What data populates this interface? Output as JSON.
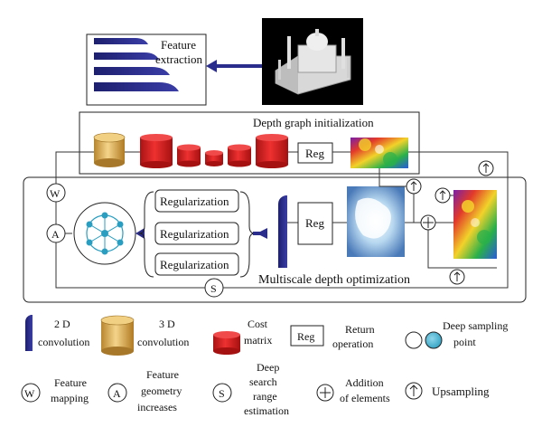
{
  "top": {
    "feature_extraction_line1": "Feature",
    "feature_extraction_line2": "extraction"
  },
  "init": {
    "title": "Depth graph initialization",
    "reg": "Reg"
  },
  "opt": {
    "title": "Multiscale depth optimization",
    "reg": "Reg",
    "regularization": [
      "Regularization",
      "Regularization",
      "Regularization"
    ],
    "w": "W",
    "a": "A",
    "s": "S"
  },
  "legend": {
    "conv2d_line1": "2 D",
    "conv2d_line2": "convolution",
    "conv3d_line1": "3 D",
    "conv3d_line2": "convolution",
    "cost_line1": "Cost",
    "cost_line2": "matrix",
    "reg_box": "Reg",
    "return_line1": "Return",
    "return_line2": "operation",
    "sampling_line1": "Deep sampling",
    "sampling_line2": "point",
    "w_symbol": "W",
    "w_line1": "Feature",
    "w_line2": "mapping",
    "a_symbol": "A",
    "a_line1": "Feature",
    "a_line2": "geometry",
    "a_line3": "increases",
    "s_symbol": "S",
    "s_line1": "Deep",
    "s_line2": "search",
    "s_line3": "range",
    "s_line4": "estimation",
    "add_symbol": "+",
    "add_line1": "Addition",
    "add_line2": "of elements",
    "up_symbol": "↑",
    "up_line1": "Upsampling"
  },
  "colors": {
    "navy": "#2b2d8c",
    "red": "#d42020",
    "gold": "#e2b04a"
  }
}
